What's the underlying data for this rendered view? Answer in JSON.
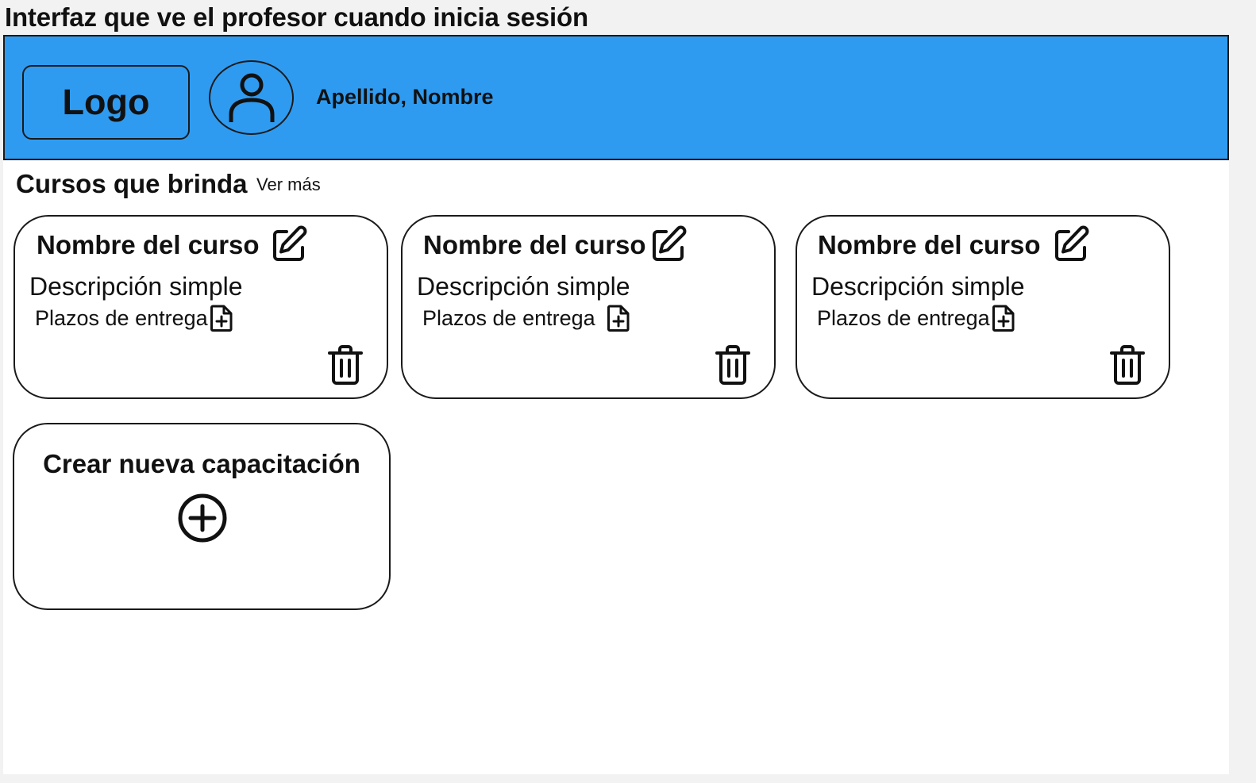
{
  "frame_title": "Interfaz que ve el profesor cuando inicia sesión",
  "header": {
    "logo": "Logo",
    "avatar_icon": "user-icon",
    "user_name": "Apellido, Nombre"
  },
  "courses_section": {
    "title": "Cursos que brinda",
    "see_more": "Ver más",
    "cards": [
      {
        "title": "Nombre del curso",
        "description": "Descripción simple",
        "deadlines": "Plazos de entrega",
        "edit_icon": "edit-icon",
        "deadline_icon": "file-plus-icon",
        "delete_icon": "trash-icon"
      },
      {
        "title": "Nombre del curso",
        "description": "Descripción simple",
        "deadlines": "Plazos de entrega",
        "edit_icon": "edit-icon",
        "deadline_icon": "file-plus-icon",
        "delete_icon": "trash-icon"
      },
      {
        "title": "Nombre del curso",
        "description": "Descripción simple",
        "deadlines": "Plazos de entrega",
        "edit_icon": "edit-icon",
        "deadline_icon": "file-plus-icon",
        "delete_icon": "trash-icon"
      }
    ],
    "create_card": {
      "title": "Crear nueva capacitación",
      "icon": "plus-circle-icon"
    }
  },
  "colors": {
    "header_bg": "#2f9bf0",
    "border": "#1a1a1a",
    "canvas_bg": "#f2f2f2",
    "frame_bg": "#ffffff"
  }
}
